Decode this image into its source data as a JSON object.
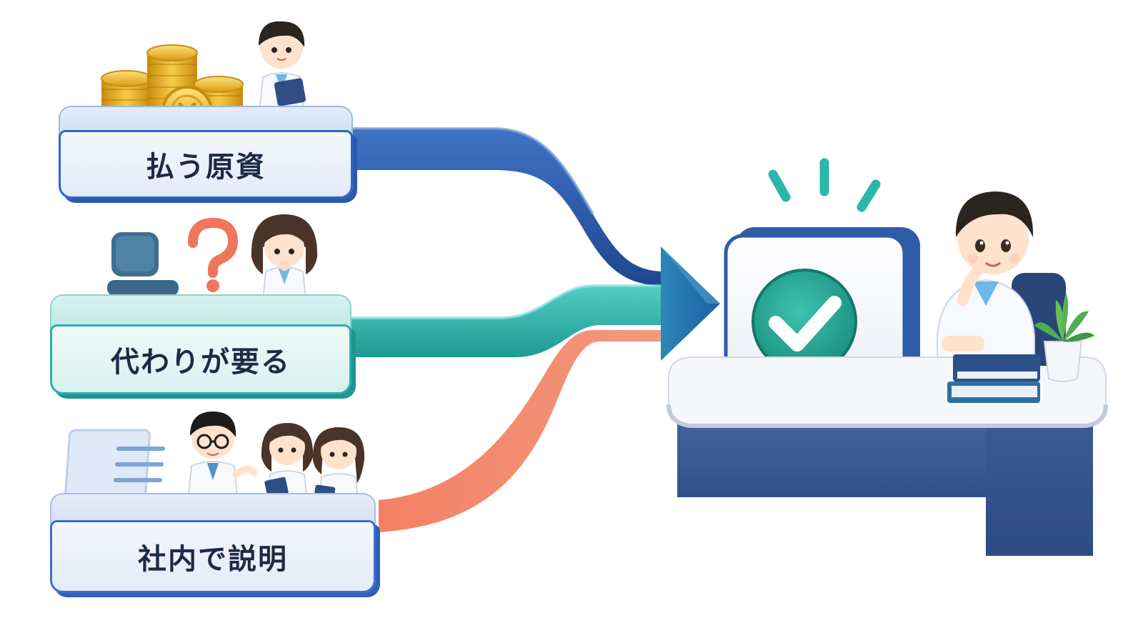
{
  "items": [
    {
      "label": "払う原資"
    },
    {
      "label": "代わりが要る"
    },
    {
      "label": "社内で説明"
    }
  ],
  "colors": {
    "navy": "#2b5aa6",
    "teal": "#2fb3ab",
    "coral": "#f0765b",
    "check": "#22a594",
    "desk": "#3d5a92",
    "burst": "#2bb6a8"
  },
  "icons": [
    "coins-icon",
    "chair-icon",
    "question-mark-icon",
    "document-icon",
    "checkmark-icon",
    "book-stack-icon",
    "plant-icon"
  ]
}
